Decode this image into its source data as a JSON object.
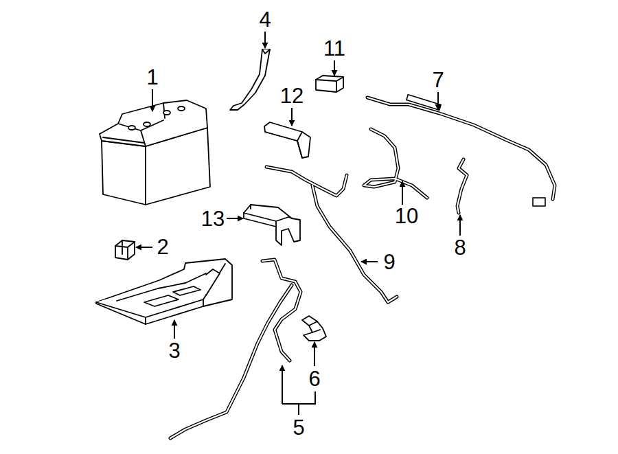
{
  "diagram": {
    "labels": [
      "4",
      "11",
      "1",
      "7",
      "12",
      "13",
      "10",
      "2",
      "8",
      "9",
      "3",
      "6",
      "5"
    ]
  }
}
